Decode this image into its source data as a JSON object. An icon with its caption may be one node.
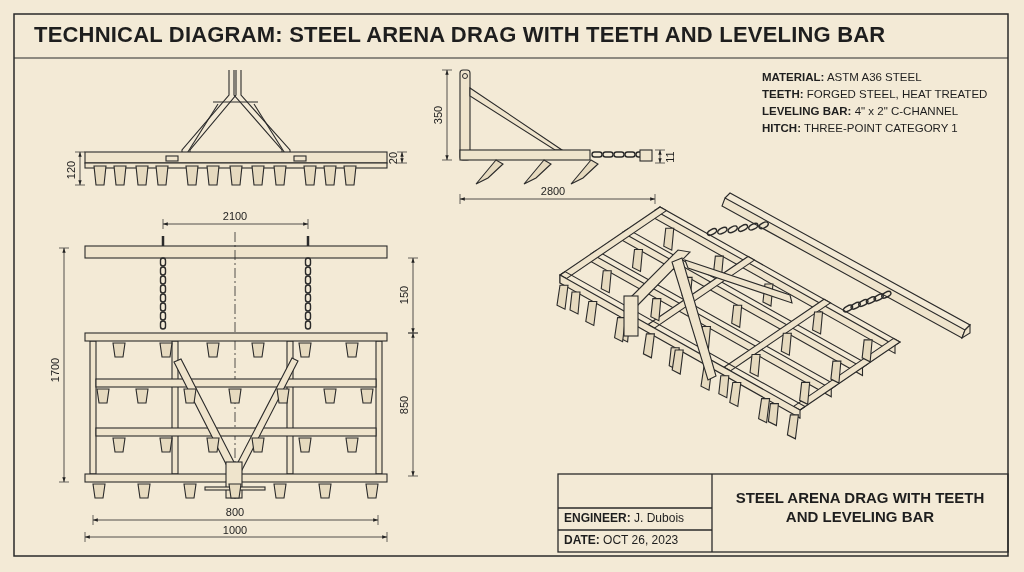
{
  "diagram": {
    "title": "TECHNICAL DIAGRAM: STEEL ARENA DRAG WITH TEETH AND LEVELING BAR",
    "labels": [
      "120",
      "20",
      "350",
      "11",
      "2800",
      "**MATERIAL:** ASTM A36 STEEL",
      "**TEETH:** FORGED STEEL, HEAT TREATED",
      "**LEVELING BAR:** 4\" x 2\" C-CHANNEL",
      "**HITCH:** THREE-POINT CATEGORY 1",
      "2100",
      "150",
      "1700",
      "850",
      "800",
      "1000",
      "STEEL ARENA DRAG WITH TEETH AND LEVELING BAR",
      "**ENGINEER:** J. Dubois",
      "**DATE:** OCT 26, 2023"
    ]
  }
}
